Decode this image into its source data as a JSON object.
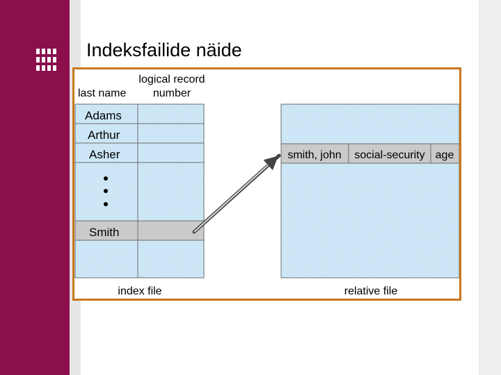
{
  "slide": {
    "title": "Indeksfailide näide",
    "logo_icon": "grid-logo-icon",
    "colors": {
      "sidebar": "#8a0f4c",
      "frame": "#c8781e",
      "cell_fill": "#cfe8f7",
      "highlight": "#cccccc"
    }
  },
  "figure": {
    "header_last_name": "last name",
    "header_logical_record_1": "logical record",
    "header_logical_record_2": "number",
    "index_rows": [
      "Adams",
      "Arthur",
      "Asher",
      "Smith"
    ],
    "relative_record_fields": [
      "smith, john",
      "social-security",
      "age"
    ],
    "index_caption": "index file",
    "relative_caption": "relative file"
  }
}
